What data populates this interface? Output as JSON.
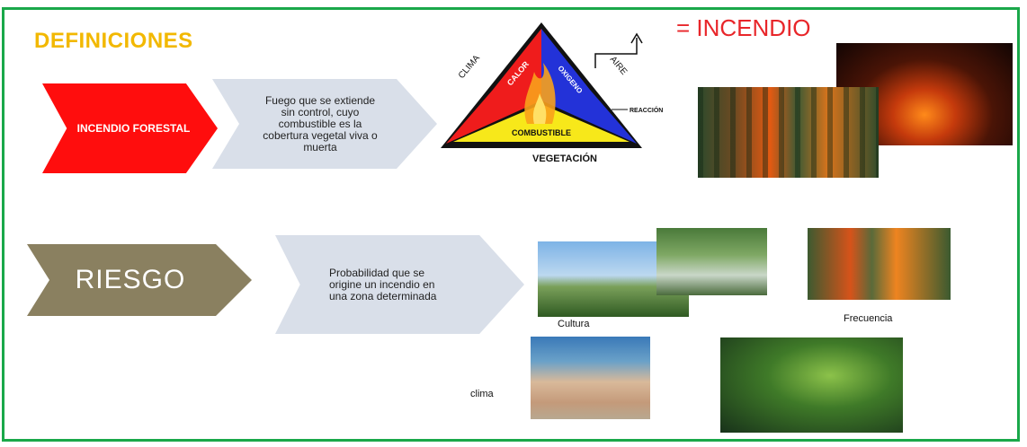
{
  "slide": {
    "title": "DEFINICIONES",
    "equals_incendio": "= INCENDIO",
    "incendio_forestal": {
      "label": "INCENDIO FORESTAL",
      "definition": "Fuego que se extiende sin control,  cuyo combustible es la cobertura vegetal viva o muerta"
    },
    "triangle": {
      "calor": "CALOR",
      "oxigeno": "OXIGENO",
      "combustible": "COMBUSTIBLE",
      "clima": "CLIMA",
      "aire": "AIRE",
      "reaccion": "REACCIÓN",
      "vegetacion": "VEGETACIÓN"
    },
    "riesgo": {
      "label": "RIESGO",
      "definition": "Probabilidad que se origine un incendio en una zona determinada"
    },
    "factors": {
      "cultura": "Cultura",
      "frecuencia": "Frecuencia",
      "clima": "clima"
    }
  },
  "colors": {
    "border": "#1aa84a",
    "title": "#f2b800",
    "incendio_red": "#e8262a",
    "chevron_red": "#ff0d0d",
    "chevron_grey": "#d9dfe9",
    "chevron_olive": "#8a8060"
  }
}
